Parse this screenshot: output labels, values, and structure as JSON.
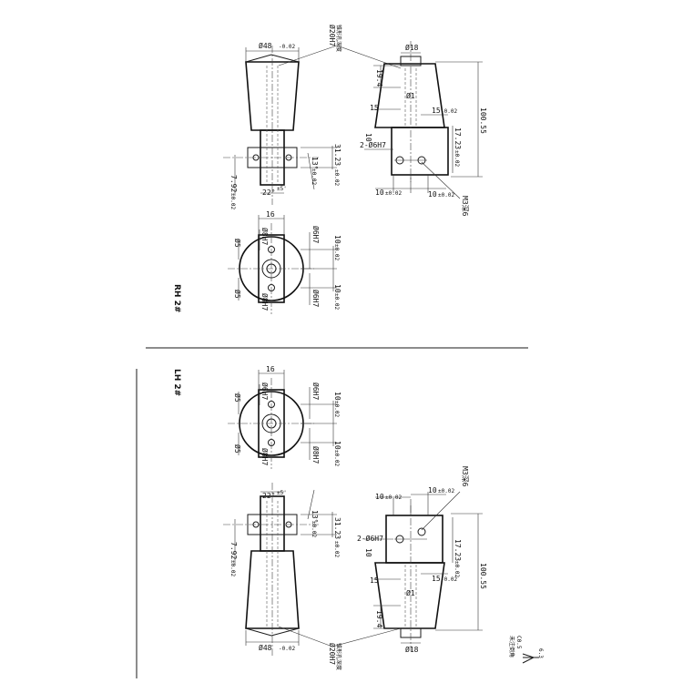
{
  "views": {
    "rh": {
      "label": "RH 2#",
      "front": {
        "dia48": "Ø48",
        "dia48_tol": "-0.02",
        "d20": "Ø20H7",
        "note": "锥形孔深度",
        "d31": "31.23",
        "d31_tol": "±0.02",
        "a22": "22°",
        "a22_tol": "±5'",
        "d792": "7.92",
        "d792_tol": "±0.02",
        "d13": "13°",
        "d13_tol": "±0.02"
      },
      "side": {
        "dia18": "Ø18",
        "d194": "19.4",
        "d1": "Ø1",
        "d15a": "15",
        "d15b": "15",
        "d15b_tol": "-0.02",
        "d10": "10",
        "d1723": "17.23",
        "d1723_tol": "±0.02",
        "d10055": "100.55",
        "hole": "2-Ø6H7",
        "d10a": "10",
        "d10a_tol": "±0.02",
        "d10b": "10",
        "d10b_tol": "±0.02",
        "m3": "M3深6"
      },
      "bottom": {
        "d16": "16",
        "d8h7a": "Ø8H7",
        "d8h7b": "Ø8H7",
        "d5a": "Ø5",
        "d5b": "Ø5",
        "d10a": "10",
        "d10a_tol": "±0.02",
        "d10b": "10",
        "d10b_tol": "±0.02",
        "d6h7a": "Ø6H7",
        "d6h7b": "Ø6H7"
      }
    },
    "lh": {
      "label": "LH 2#",
      "front": {
        "dia48": "Ø48",
        "dia48_tol": "-0.02",
        "d20": "Ø20H7",
        "note": "锥形孔深度",
        "d31": "31.23",
        "d31_tol": "±0.02",
        "a22": "22°",
        "a22_tol": "±5'",
        "d792": "7.92",
        "d792_tol": "±0.02",
        "d13": "13°",
        "d13_tol": "±0.02"
      },
      "side": {
        "dia18": "Ø18",
        "d194": "19.4",
        "d1": "Ø1",
        "d15a": "15",
        "d15b": "15",
        "d15b_tol": "-0.02",
        "d10": "10",
        "d1723": "17.23",
        "d1723_tol": "±0.02",
        "d10055": "100.55",
        "hole": "2-Ø6H7",
        "d10a": "10",
        "d10a_tol": "±0.02",
        "d10b": "10",
        "d10b_tol": "±0.02",
        "m3": "M3深6"
      },
      "bottom": {
        "d16": "16",
        "d6h7a": "Ø6H7",
        "d6h7b": "Ø6H7",
        "d5a": "Ø5",
        "d5b": "Ø5",
        "d10a": "10",
        "d10a_tol": "±0.02",
        "d10b": "10",
        "d10b_tol": "±0.02",
        "d8h7a": "Ø8H7",
        "d8h7b": "Ø8H7"
      }
    }
  },
  "note": {
    "line1": "未注倒角",
    "line2": "C0.5",
    "rough": "6.3"
  }
}
